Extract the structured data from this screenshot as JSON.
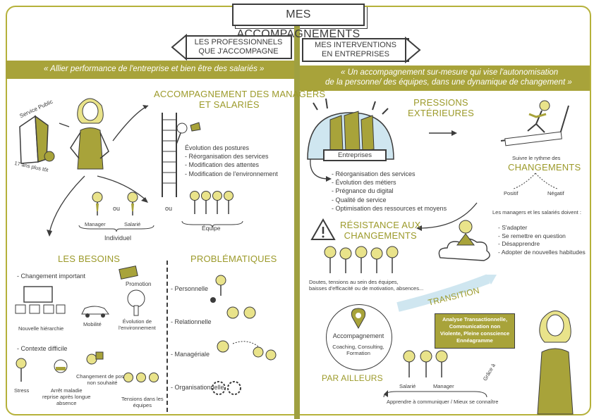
{
  "title": "MES ACCOMPAGNEMENTS",
  "left": {
    "sign": [
      "LES PROFESSIONNELS",
      "QUE J'ACCOMPAGNE"
    ],
    "quote": "« Allier performance de l'entreprise et bien être des salariés »",
    "building_label": "Service Public",
    "building_sub": "17 ans plus tôt",
    "managers_title": [
      "ACCOMPAGNEMENT DES MANAGERS",
      "ET SALARIÉS"
    ],
    "managers_items": [
      "Évolution des postures",
      "- Réorganisation des services",
      "- Modification des attentes",
      "- Modification de l'environnement"
    ],
    "or1": "ou",
    "or2": "ou",
    "manager_label": "Manager",
    "salarie_label": "Salarié",
    "individuel": "Individuel",
    "equipe": "Équipe",
    "besoins_title": "LES BESOINS",
    "changement_important": "- Changement important",
    "promotion": "Promotion",
    "nouvelle_hierarchie": "Nouvelle hiérarchie",
    "mobilite": "Mobilité",
    "evolution_env": [
      "Évolution de",
      "l'environnement"
    ],
    "contexte_difficile": "- Contexte difficile",
    "stress": "Stress",
    "arret": [
      "Arrêt maladie",
      "reprise après longue",
      "absence"
    ],
    "changement_poste": [
      "Changement de poste",
      "non souhaité"
    ],
    "tensions": [
      "Tensions dans les",
      "équipes"
    ],
    "problematiques_title": "PROBLÉMATIQUES",
    "problems": [
      "- Personnelle",
      "- Relationnelle",
      "- Managériale",
      "- Organisationnelle"
    ]
  },
  "right": {
    "sign": [
      "MES INTERVENTIONS",
      "EN ENTREPRISES"
    ],
    "quote": [
      "« Un accompagnement sur-mesure qui vise l'autonomisation",
      "de la personne/ des équipes, dans une dynamique de changement »"
    ],
    "pressions_title": [
      "PRESSIONS",
      "EXTÉRIEURES"
    ],
    "entreprises": "Entreprises",
    "pressions_items": [
      "- Réorganisation des services",
      "- Évolution des métiers",
      "- Prégnance du digital",
      "- Qualité de service",
      "- Optimisation des ressources et moyens"
    ],
    "rythme": "Suivre le rythme des",
    "changements": "CHANGEMENTS",
    "positif": "Positif",
    "negatif": "Négatif",
    "doivent": "Les managers et les salariés doivent :",
    "doivent_items": [
      "- S'adapter",
      "- Se remettre en question",
      "- Désapprendre",
      "- Adopter de nouvelles habitudes"
    ],
    "resistance_title": [
      "RÉSISTANCE AUX",
      "CHANGEMENTS"
    ],
    "doutes": [
      "Doutes, tensions au sein des équipes,",
      "baisses d'efficacité ou de motivation, absences..."
    ],
    "transition": "TRANSITION",
    "accompagnement": "Accompagnement",
    "accompagnement_sub": [
      "Coaching, Consulting,",
      "Formation"
    ],
    "methods": [
      "Analyse Transactionnelle,",
      "Communication non",
      "Violente, Pleine conscience",
      "Ennéagramme"
    ],
    "grace": "Grâce à",
    "par_ailleurs": "PAR AILLEURS",
    "salarie": "Salarié",
    "manager": "Manager",
    "apprendre": "Apprendre à communiquer / Mieux se connaître"
  },
  "colors": {
    "accent": "#a8a33a",
    "olive": "#9c9a2a",
    "ink": "#3c3c3c",
    "light": "#cfe6f0"
  }
}
